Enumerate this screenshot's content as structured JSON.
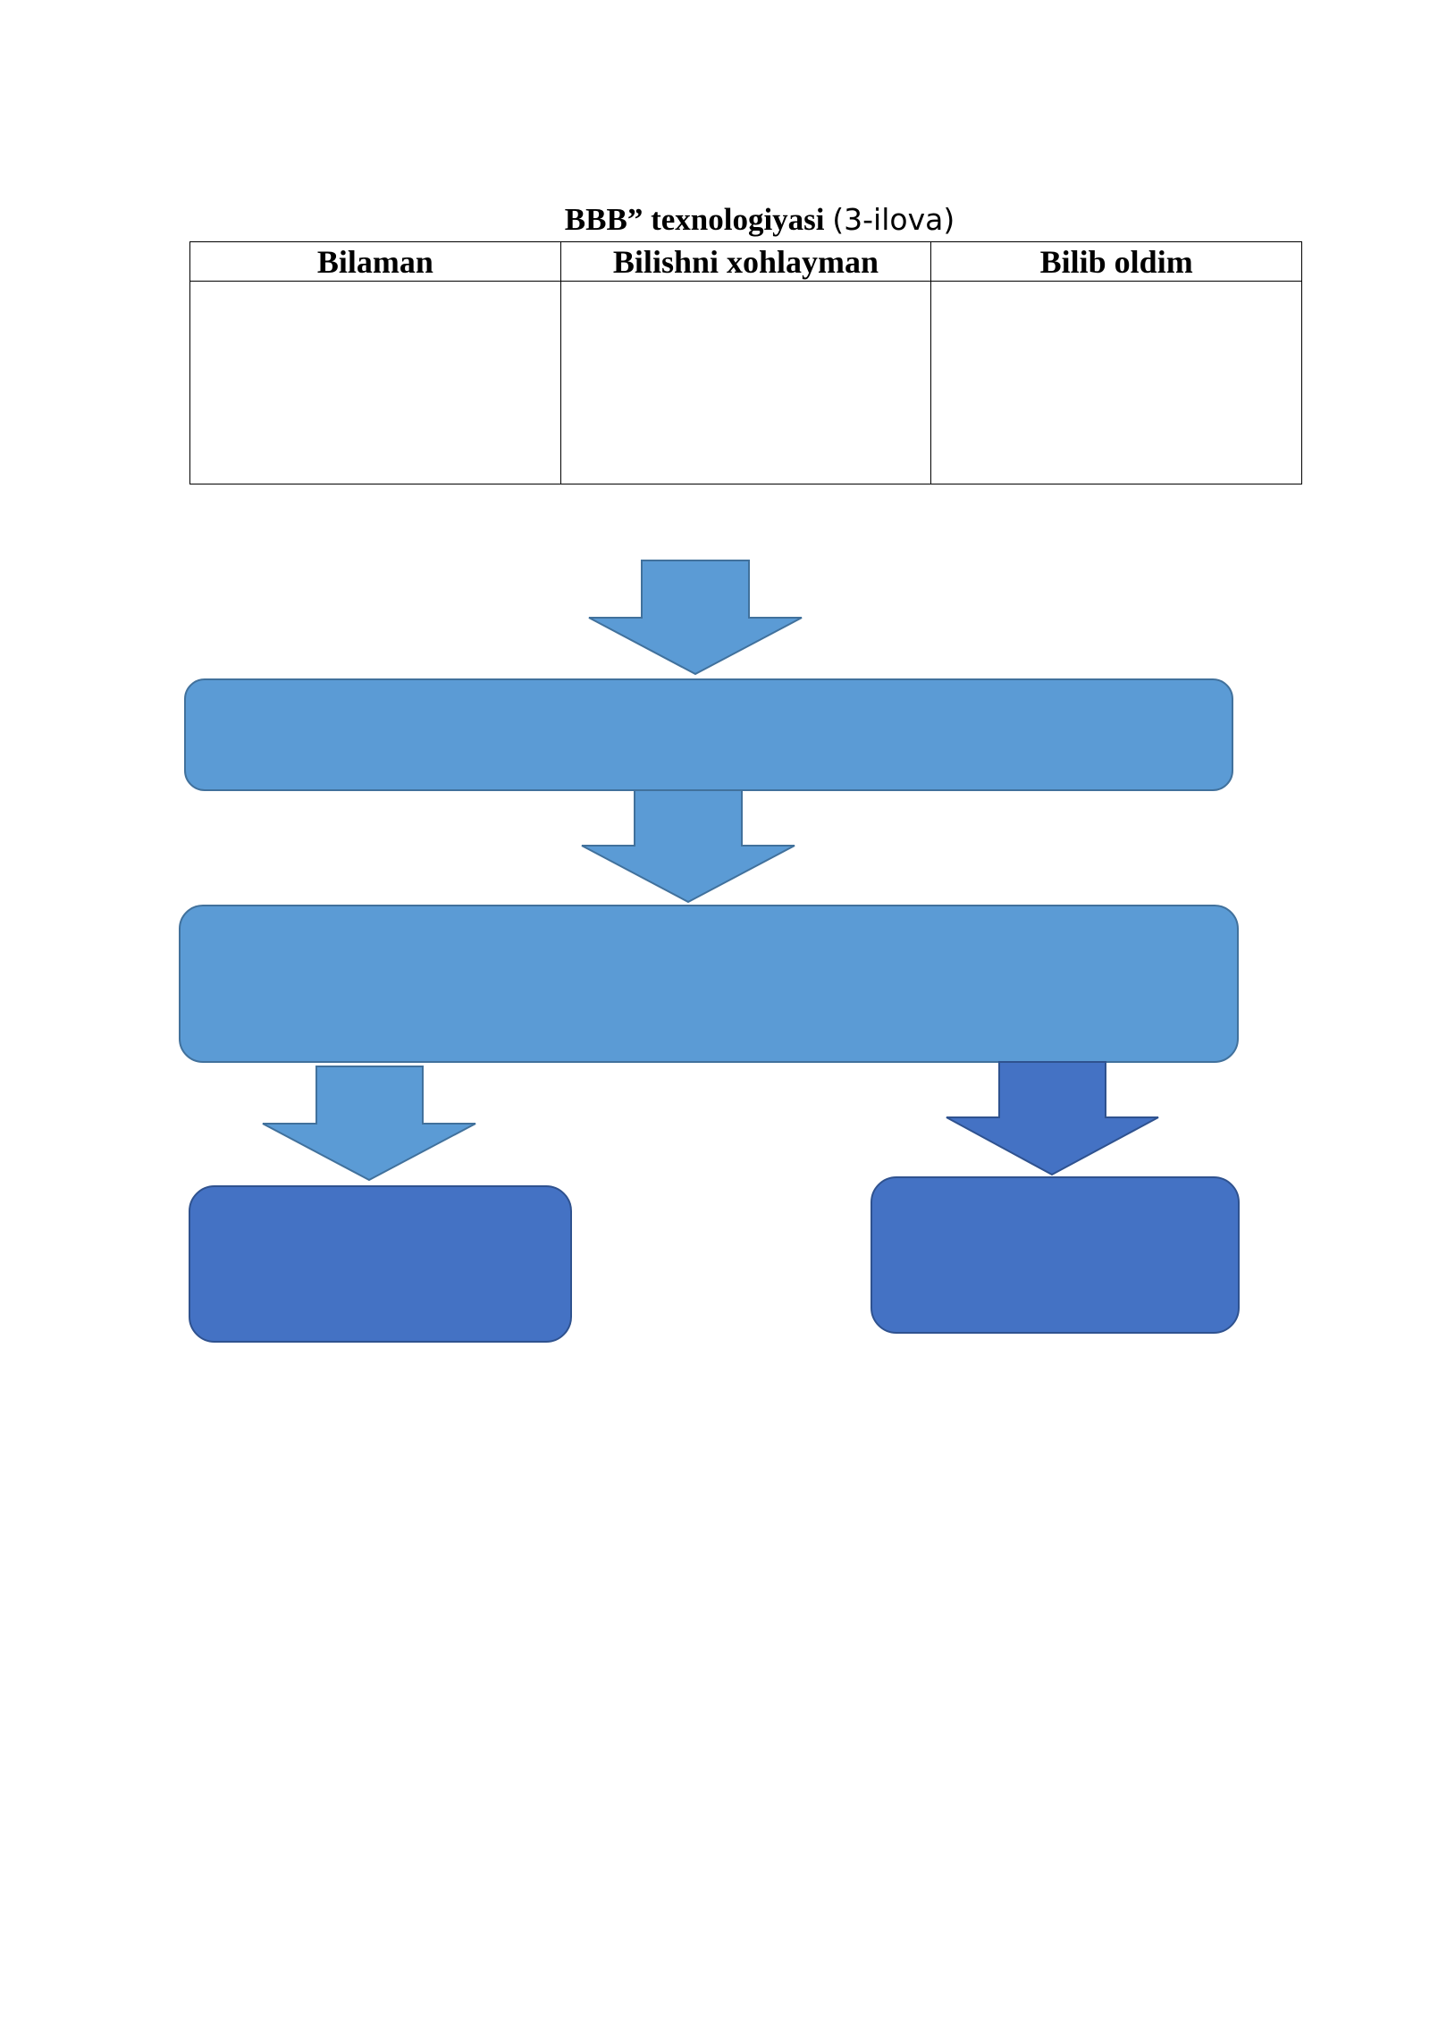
{
  "title": {
    "bold": "BBB” texnologiyasi",
    "light": "(3-ilova)"
  },
  "table": {
    "headers": [
      "Bilaman",
      "Bilishni xohlayman",
      "Bilib oldim"
    ],
    "rows": [
      [
        "",
        "",
        ""
      ]
    ]
  },
  "diagram": {
    "colors": {
      "light_blue": "#5b9bd5",
      "dark_blue": "#4472c4",
      "outline_light": "#41719c",
      "outline_dark": "#2f528f"
    },
    "boxes": [
      {
        "name": "level-1-box",
        "text": ""
      },
      {
        "name": "level-2-box",
        "text": ""
      },
      {
        "name": "left-bottom-box",
        "text": ""
      },
      {
        "name": "right-bottom-box",
        "text": ""
      }
    ]
  }
}
